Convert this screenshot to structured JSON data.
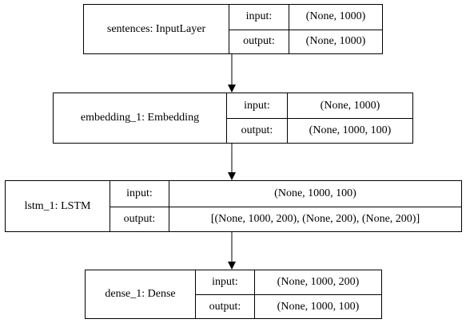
{
  "diagram": {
    "nodes": [
      {
        "name": "sentences: InputLayer",
        "input_label": "input:",
        "input_value": "(None, 1000)",
        "output_label": "output:",
        "output_value": "(None, 1000)"
      },
      {
        "name": "embedding_1: Embedding",
        "input_label": "input:",
        "input_value": "(None, 1000)",
        "output_label": "output:",
        "output_value": "(None, 1000, 100)"
      },
      {
        "name": "lstm_1: LSTM",
        "input_label": "input:",
        "input_value": "(None, 1000, 100)",
        "output_label": "output:",
        "output_value": "[(None, 1000, 200), (None, 200), (None, 200)]"
      },
      {
        "name": "dense_1: Dense",
        "input_label": "input:",
        "input_value": "(None, 1000, 200)",
        "output_label": "output:",
        "output_value": "(None, 1000, 100)"
      }
    ],
    "edges": [
      {
        "from": 0,
        "to": 1
      },
      {
        "from": 1,
        "to": 2
      },
      {
        "from": 2,
        "to": 3
      }
    ],
    "colors": {
      "line": "#000000",
      "background": "#ffffff"
    }
  }
}
